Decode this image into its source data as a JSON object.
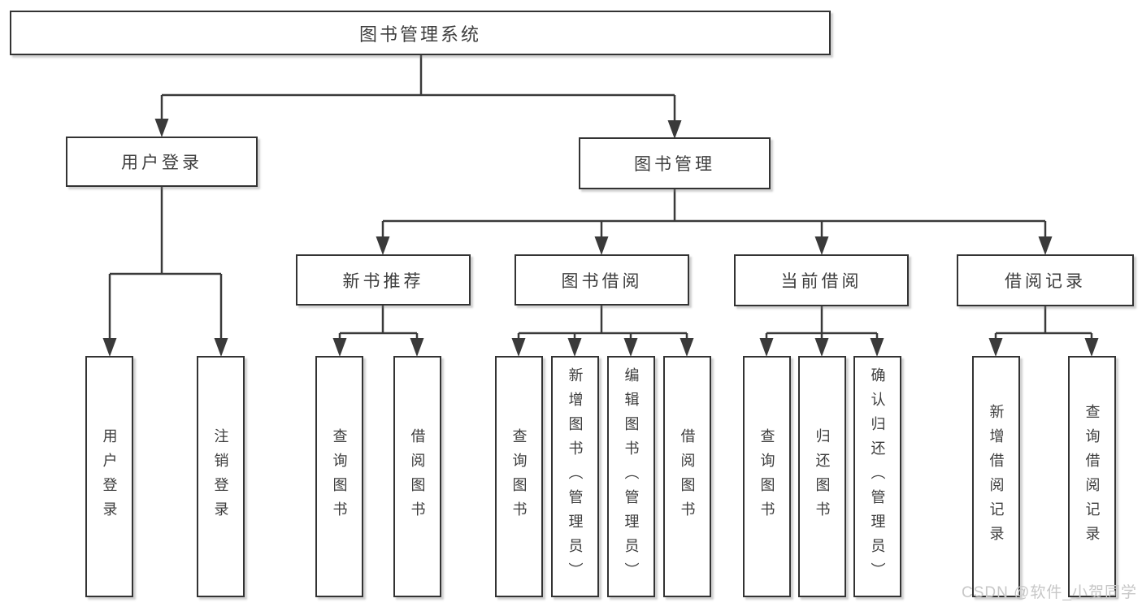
{
  "watermark": {
    "text": "CSDN @软件_小贺同学"
  },
  "colors": {
    "line": "#3a3a3a",
    "border": "#333333",
    "text": "#3d3d3d",
    "watermark": "#c7c7c7",
    "background": "#ffffff"
  },
  "tree": {
    "root": {
      "label": "图书管理系统"
    },
    "branches": [
      {
        "label": "用户登录",
        "children": [
          {
            "label": "用户登录"
          },
          {
            "label": "注销登录"
          }
        ]
      },
      {
        "label": "图书管理",
        "children": [
          {
            "label": "新书推荐",
            "children": [
              {
                "label": "查询图书"
              },
              {
                "label": "借阅图书"
              }
            ]
          },
          {
            "label": "图书借阅",
            "children": [
              {
                "label": "查询图书"
              },
              {
                "label": "新增图书（管理员）"
              },
              {
                "label": "编辑图书（管理员）"
              },
              {
                "label": "借阅图书"
              }
            ]
          },
          {
            "label": "当前借阅",
            "children": [
              {
                "label": "查询图书"
              },
              {
                "label": "归还图书"
              },
              {
                "label": "确认归还（管理员）"
              }
            ]
          },
          {
            "label": "借阅记录",
            "children": [
              {
                "label": "新增借阅记录"
              },
              {
                "label": "查询借阅记录"
              }
            ]
          }
        ]
      }
    ]
  }
}
